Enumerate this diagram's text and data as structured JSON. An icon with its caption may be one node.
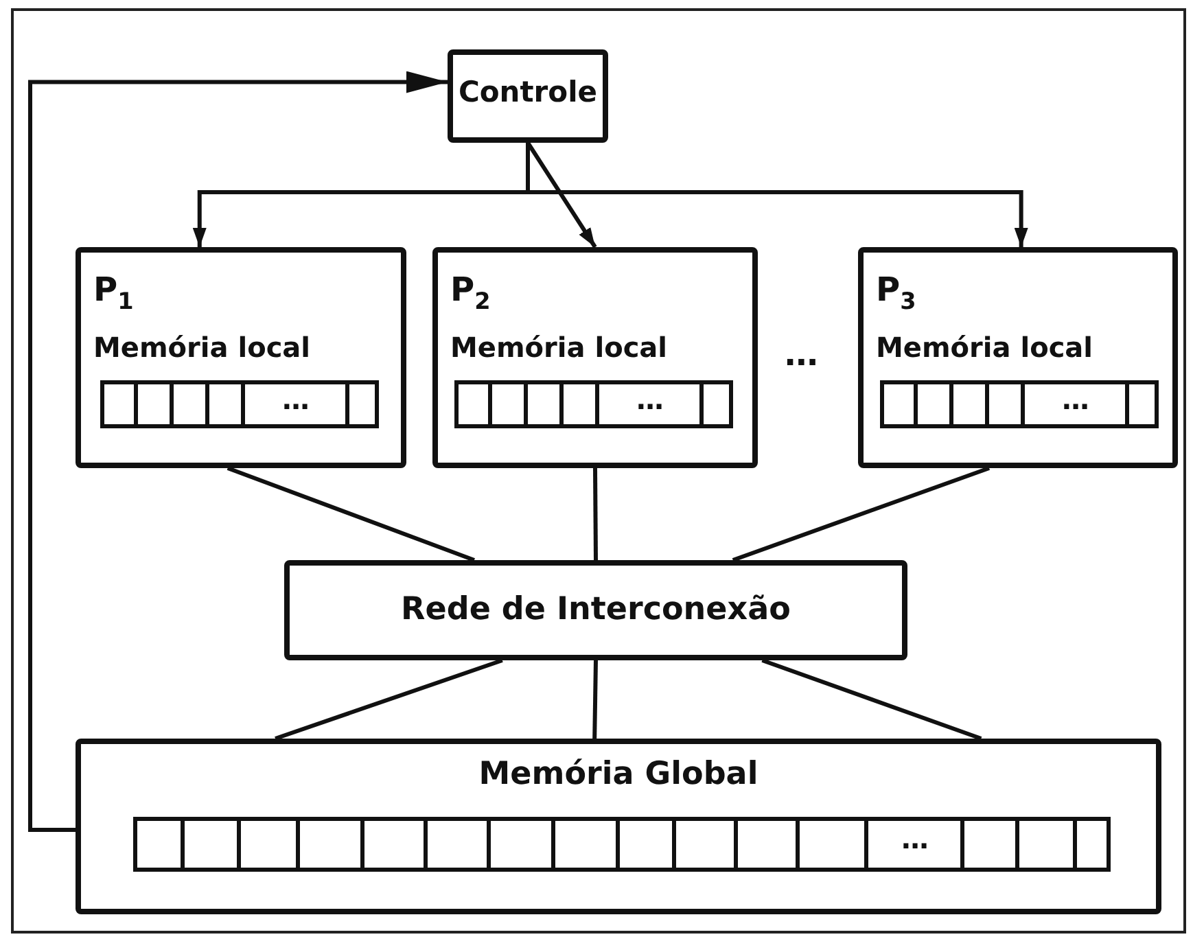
{
  "diagram": {
    "nodes": [
      {
        "text": [
          "Controle"
        ]
      },
      {
        "text": [
          "P$_{1}$",
          "Memória local"
        ]
      },
      {
        "text": [
          "P$_{2}$",
          "Memória local"
        ]
      },
      {
        "text": [
          "P$_{3}$",
          "Memória local"
        ]
      },
      {
        "text": [
          "Rede de Interconexão"
        ]
      },
      {
        "text": [
          "Memória Global"
        ]
      }
    ],
    "edges": [
      {
        "from": 0,
        "to": 1,
        "arrow": "to"
      },
      {
        "from": 0,
        "to": 2,
        "arrow": "to"
      },
      {
        "from": 0,
        "to": 3,
        "arrow": "to"
      },
      {
        "from": 1,
        "to": 4,
        "arrow": "none"
      },
      {
        "from": 2,
        "to": 4,
        "arrow": "none"
      },
      {
        "from": 3,
        "to": 4,
        "arrow": "none"
      },
      {
        "from": 4,
        "to": 5,
        "arrow": "none"
      },
      {
        "from": 4,
        "to": 5,
        "arrow": "none"
      },
      {
        "from": 4,
        "to": 5,
        "arrow": "none"
      },
      {
        "from": 5,
        "to": 0,
        "arrow": "to"
      }
    ],
    "labels": [
      "...",
      "...",
      "...",
      "...",
      "..."
    ]
  }
}
